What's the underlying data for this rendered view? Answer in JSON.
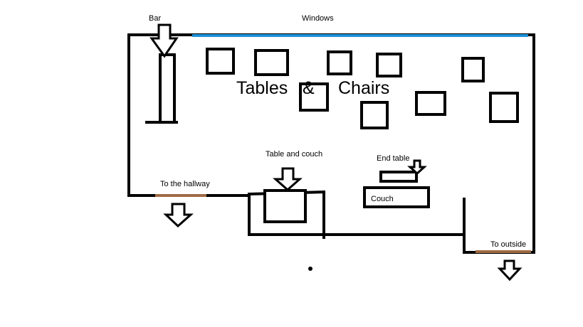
{
  "labels": {
    "bar": "Bar",
    "windows": "Windows",
    "tables_chairs_1": "Tables",
    "tables_chairs_amp": "&",
    "tables_chairs_2": "Chairs",
    "table_and_couch": "Table and couch",
    "end_table": "End table",
    "couch": "Couch",
    "to_hallway": "To the hallway",
    "to_outside": "To outside"
  },
  "colors": {
    "wall": "#000000",
    "window": "#1e90d6",
    "door": "#a06a45",
    "background": "#ffffff"
  },
  "icons": [
    "down-arrow-icon"
  ]
}
